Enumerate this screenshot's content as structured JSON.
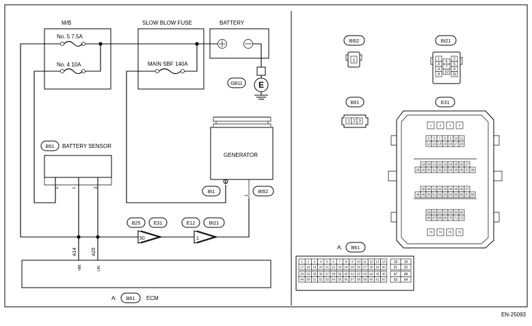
{
  "schematic": {
    "mb_title": "M/B",
    "fuse_no5": "No. 5  7.5A",
    "fuse_no4": "No. 4  10A",
    "sbf_title": "SLOW BLOW FUSE",
    "sbf_label": "MAIN SBF 140A",
    "battery_title": "BATTERY",
    "ground_code": "GB11",
    "ground_symbol": "E",
    "sensor_code": "B91",
    "sensor_label": "BATTERY SENSOR",
    "sensor_pins": [
      "2",
      "1",
      "3"
    ],
    "generator_label": "GENERATOR",
    "gen_code_1": "Bt1",
    "gen_code_2": "Bt52",
    "gen_pin": "1",
    "conn_codes": [
      "B25",
      "E31",
      "E12",
      "Bt21"
    ],
    "conn_pins": [
      "50",
      "1"
    ],
    "ecm_pins": [
      "A14",
      "A20"
    ],
    "ecm_pin_names": [
      "+BB",
      "LIN"
    ],
    "ecm_prefix": "A:",
    "ecm_code": "B61",
    "ecm_label": "ECM"
  },
  "connectors": {
    "bt52": {
      "code": "Bt52",
      "pins": [
        "1"
      ]
    },
    "bt21": {
      "code": "Bt21",
      "pins": [
        "1",
        "2",
        "3",
        "4",
        "5",
        "6",
        "7",
        "8",
        "9",
        "10",
        "11"
      ]
    },
    "b91": {
      "code": "B91",
      "pins": [
        "1",
        "2",
        "3"
      ]
    },
    "e31": {
      "code": "E31",
      "rows": [
        [
          "1",
          "2",
          "3",
          "4"
        ],
        [
          "5",
          "6",
          "7",
          "8",
          "9",
          "10",
          "11"
        ],
        [
          "12",
          "13",
          "14",
          "15",
          "16",
          "17",
          "18"
        ],
        [
          "19",
          "20",
          "21",
          "22",
          "23",
          "24",
          "25",
          "26",
          "27"
        ],
        [
          "28",
          "29",
          "30",
          "31",
          "32",
          "33",
          "34",
          "35",
          "36",
          "37",
          "38"
        ],
        [
          "39",
          "40",
          "41",
          "42",
          "43",
          "44",
          "45",
          "46",
          "47"
        ],
        [
          "48",
          "49",
          "50",
          "51",
          "52",
          "53",
          "54",
          "55",
          "56",
          "57",
          "58"
        ],
        [
          "59",
          "60",
          "61",
          "62",
          "63",
          "64",
          "65"
        ],
        [
          "66",
          "67",
          "68",
          "69",
          "70",
          "71",
          "72"
        ],
        [
          "73",
          "74",
          "75",
          "76"
        ]
      ]
    },
    "b61": {
      "prefix": "A:",
      "code": "B61",
      "main_rows": [
        [
          "1",
          "2",
          "3",
          "4",
          "5",
          "6",
          "7",
          "8",
          "9",
          "10",
          "11",
          "12",
          "13",
          "14"
        ],
        [
          "17",
          "18",
          "19",
          "20",
          "21",
          "22",
          "23",
          "24",
          "25",
          "26",
          "27",
          "28",
          "29",
          "30"
        ],
        [
          "33",
          "34",
          "35",
          "36",
          "37",
          "38",
          "39",
          "40",
          "41",
          "42",
          "43",
          "44",
          "45",
          "46"
        ],
        [
          "49",
          "50",
          "51",
          "52",
          "53",
          "54",
          "55",
          "56",
          "57",
          "58",
          "59",
          "60",
          "61",
          "62"
        ]
      ],
      "side_rows": [
        [
          "15",
          "16"
        ],
        [
          "31",
          "32"
        ],
        [
          "47",
          "48"
        ],
        [
          "63",
          "64"
        ]
      ]
    }
  },
  "figure_code": "EN-25093"
}
